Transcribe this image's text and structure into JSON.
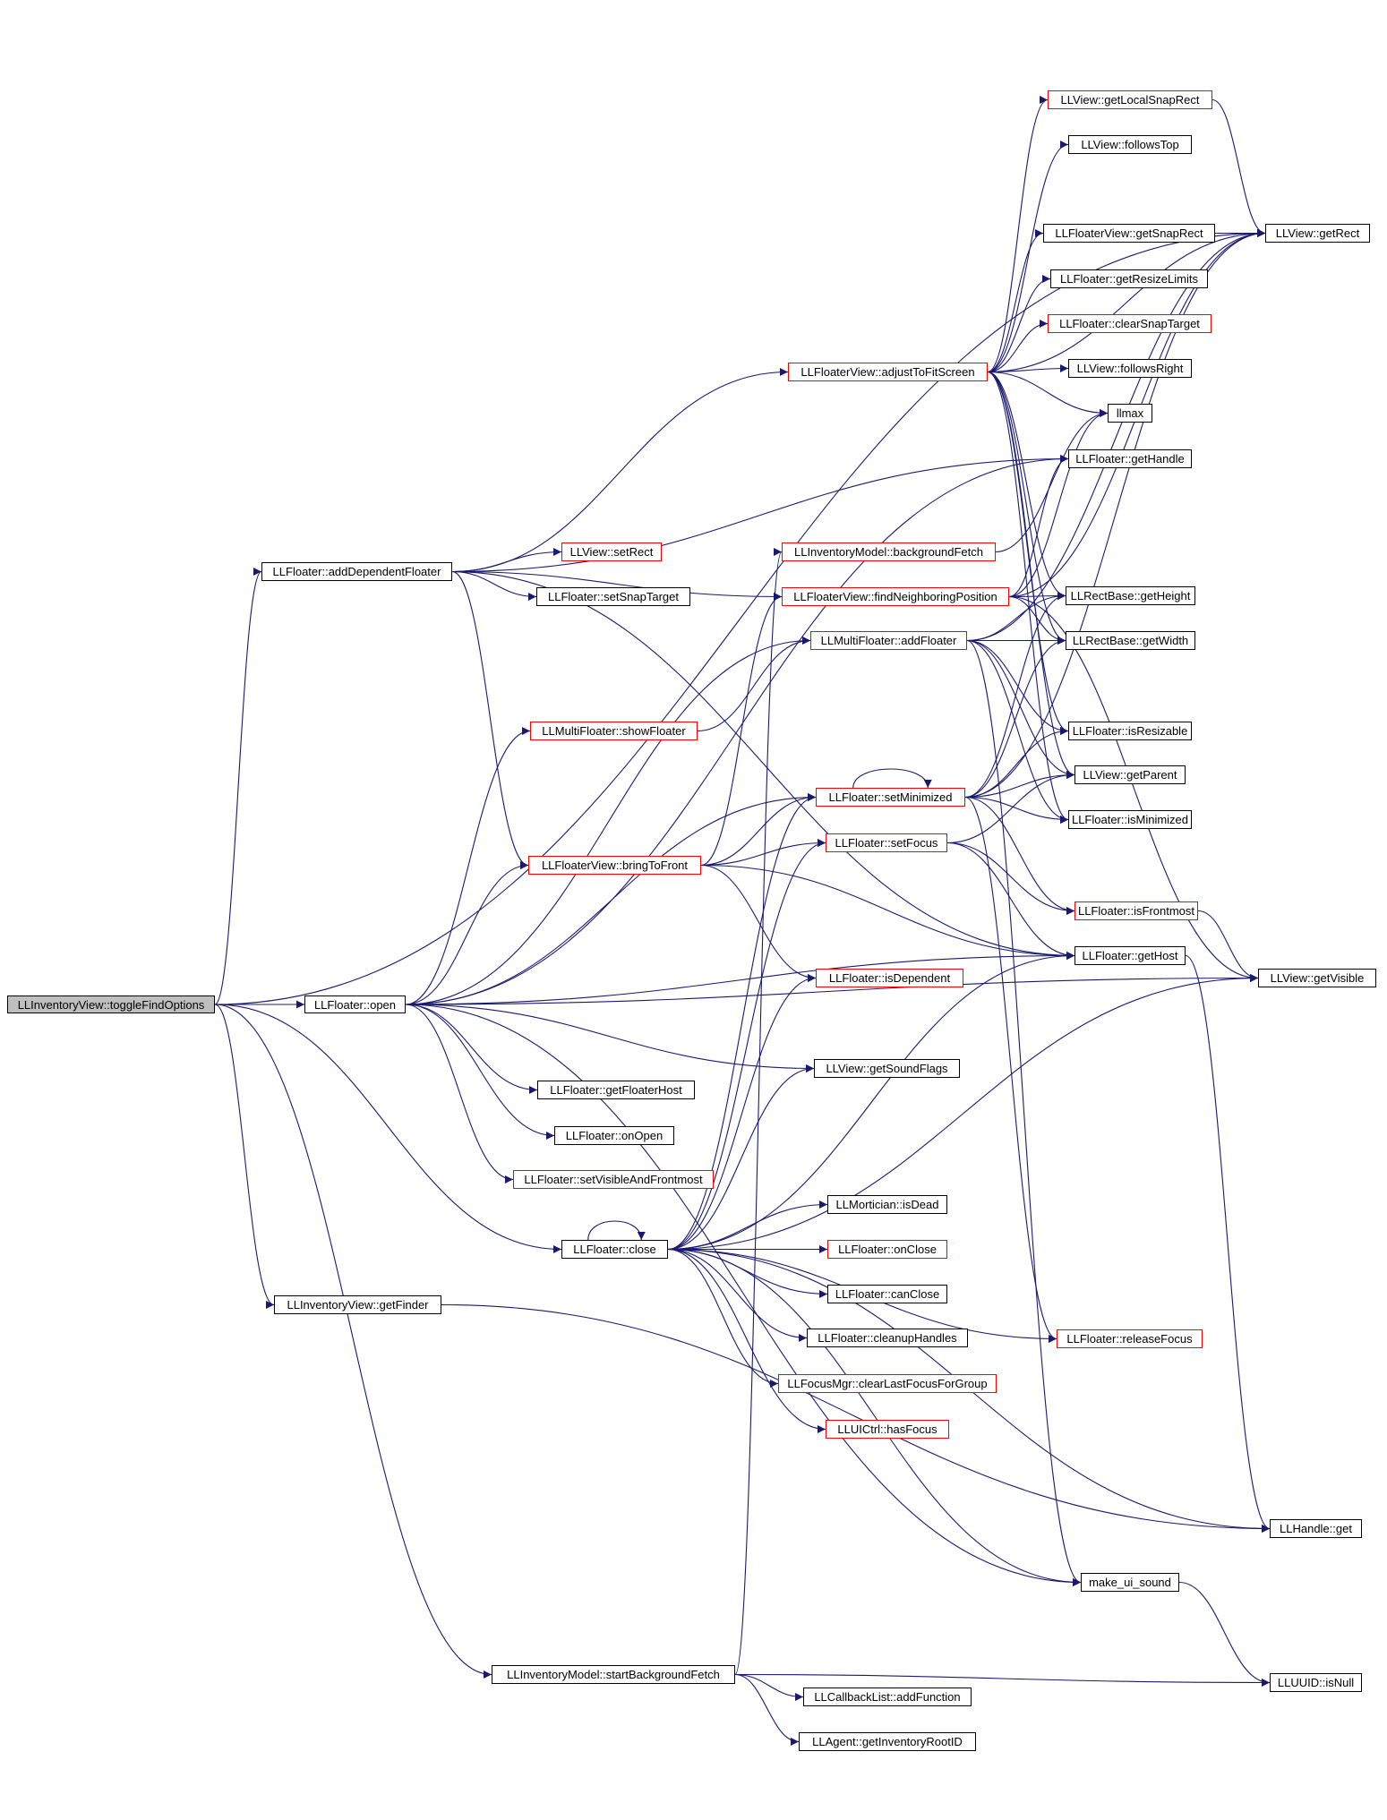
{
  "colors": {
    "edge": "#191970",
    "border_black": "#000000",
    "border_red": "#ff0000",
    "root_fill": "#bfbfbf"
  },
  "nodes": [
    {
      "id": "root",
      "label": "LLInventoryView::toggleFindOptions",
      "border": "black",
      "root": true
    },
    {
      "id": "addDependentFloater",
      "label": "LLFloater::addDependentFloater",
      "border": "black"
    },
    {
      "id": "open",
      "label": "LLFloater::open",
      "border": "black"
    },
    {
      "id": "close",
      "label": "LLFloater::close",
      "border": "black"
    },
    {
      "id": "getFinder",
      "label": "LLInventoryView::getFinder",
      "border": "black"
    },
    {
      "id": "startBackgroundFetch",
      "label": "LLInventoryModel::startBackgroundFetch",
      "border": "black"
    },
    {
      "id": "adjustToFitScreen",
      "label": "LLFloaterView::adjustToFitScreen",
      "border": "red"
    },
    {
      "id": "setRect",
      "label": "LLView::setRect",
      "border": "red"
    },
    {
      "id": "setSnapTarget",
      "label": "LLFloater::setSnapTarget",
      "border": "black"
    },
    {
      "id": "backgroundFetch",
      "label": "LLInventoryModel::backgroundFetch",
      "border": "red"
    },
    {
      "id": "findNeighboringPosition",
      "label": "LLFloaterView::findNeighboringPosition",
      "border": "red"
    },
    {
      "id": "addFloater",
      "label": "LLMultiFloater::addFloater",
      "border": "red"
    },
    {
      "id": "showFloater",
      "label": "LLMultiFloater::showFloater",
      "border": "red"
    },
    {
      "id": "setMinimized",
      "label": "LLFloater::setMinimized",
      "border": "red"
    },
    {
      "id": "bringToFront",
      "label": "LLFloaterView::bringToFront",
      "border": "red"
    },
    {
      "id": "setFocus",
      "label": "LLFloater::setFocus",
      "border": "red"
    },
    {
      "id": "isDependent",
      "label": "LLFloater::isDependent",
      "border": "red"
    },
    {
      "id": "getSoundFlags",
      "label": "LLView::getSoundFlags",
      "border": "black"
    },
    {
      "id": "getFloaterHost",
      "label": "LLFloater::getFloaterHost",
      "border": "black"
    },
    {
      "id": "onOpen",
      "label": "LLFloater::onOpen",
      "border": "black"
    },
    {
      "id": "setVisibleAndFrontmost",
      "label": "LLFloater::setVisibleAndFrontmost",
      "border": "red"
    },
    {
      "id": "isDead",
      "label": "LLMortician::isDead",
      "border": "black"
    },
    {
      "id": "onClose",
      "label": "LLFloater::onClose",
      "border": "red"
    },
    {
      "id": "canClose",
      "label": "LLFloater::canClose",
      "border": "black"
    },
    {
      "id": "cleanupHandles",
      "label": "LLFloater::cleanupHandles",
      "border": "black"
    },
    {
      "id": "clearLastFocusForGroup",
      "label": "LLFocusMgr::clearLastFocusForGroup",
      "border": "red"
    },
    {
      "id": "hasFocus",
      "label": "LLUICtrl::hasFocus",
      "border": "red"
    },
    {
      "id": "addFunction",
      "label": "LLCallbackList::addFunction",
      "border": "black"
    },
    {
      "id": "getInventoryRootID",
      "label": "LLAgent::getInventoryRootID",
      "border": "black"
    },
    {
      "id": "getLocalSnapRect",
      "label": "LLView::getLocalSnapRect",
      "border": "red"
    },
    {
      "id": "followsTop",
      "label": "LLView::followsTop",
      "border": "black"
    },
    {
      "id": "getSnapRect",
      "label": "LLFloaterView::getSnapRect",
      "border": "black"
    },
    {
      "id": "getResizeLimits",
      "label": "LLFloater::getResizeLimits",
      "border": "black"
    },
    {
      "id": "clearSnapTarget",
      "label": "LLFloater::clearSnapTarget",
      "border": "red"
    },
    {
      "id": "followsRight",
      "label": "LLView::followsRight",
      "border": "black"
    },
    {
      "id": "llmax",
      "label": "llmax",
      "border": "black"
    },
    {
      "id": "getHandle",
      "label": "LLFloater::getHandle",
      "border": "black"
    },
    {
      "id": "getHeight",
      "label": "LLRectBase::getHeight",
      "border": "black"
    },
    {
      "id": "getWidth",
      "label": "LLRectBase::getWidth",
      "border": "black"
    },
    {
      "id": "isResizable",
      "label": "LLFloater::isResizable",
      "border": "black"
    },
    {
      "id": "getParent",
      "label": "LLView::getParent",
      "border": "black"
    },
    {
      "id": "isMinimized",
      "label": "LLFloater::isMinimized",
      "border": "black"
    },
    {
      "id": "isFrontmost",
      "label": "LLFloater::isFrontmost",
      "border": "red"
    },
    {
      "id": "getHost",
      "label": "LLFloater::getHost",
      "border": "black"
    },
    {
      "id": "releaseFocus",
      "label": "LLFloater::releaseFocus",
      "border": "red"
    },
    {
      "id": "make_ui_sound",
      "label": "make_ui_sound",
      "border": "black"
    },
    {
      "id": "getRect",
      "label": "LLView::getRect",
      "border": "black"
    },
    {
      "id": "getVisible",
      "label": "LLView::getVisible",
      "border": "black"
    },
    {
      "id": "LLHandle_get",
      "label": "LLHandle::get",
      "border": "black"
    },
    {
      "id": "isNull",
      "label": "LLUUID::isNull",
      "border": "black"
    }
  ],
  "edges": [
    [
      "root",
      "addDependentFloater"
    ],
    [
      "root",
      "open"
    ],
    [
      "root",
      "close"
    ],
    [
      "root",
      "getFinder"
    ],
    [
      "root",
      "startBackgroundFetch"
    ],
    [
      "root",
      "getRect"
    ],
    [
      "addDependentFloater",
      "adjustToFitScreen"
    ],
    [
      "addDependentFloater",
      "setRect"
    ],
    [
      "addDependentFloater",
      "setSnapTarget"
    ],
    [
      "addDependentFloater",
      "getHandle"
    ],
    [
      "addDependentFloater",
      "findNeighboringPosition"
    ],
    [
      "addDependentFloater",
      "bringToFront"
    ],
    [
      "addDependentFloater",
      "getHost"
    ],
    [
      "open",
      "addFloater"
    ],
    [
      "open",
      "showFloater"
    ],
    [
      "open",
      "setMinimized"
    ],
    [
      "open",
      "bringToFront"
    ],
    [
      "open",
      "getHost"
    ],
    [
      "open",
      "getVisible"
    ],
    [
      "open",
      "getSoundFlags"
    ],
    [
      "open",
      "getFloaterHost"
    ],
    [
      "open",
      "onOpen"
    ],
    [
      "open",
      "setVisibleAndFrontmost"
    ],
    [
      "open",
      "make_ui_sound"
    ],
    [
      "open",
      "getHandle"
    ],
    [
      "close",
      "close"
    ],
    [
      "close",
      "isDead"
    ],
    [
      "close",
      "onClose"
    ],
    [
      "close",
      "canClose"
    ],
    [
      "close",
      "cleanupHandles"
    ],
    [
      "close",
      "clearLastFocusForGroup"
    ],
    [
      "close",
      "hasFocus"
    ],
    [
      "close",
      "setMinimized"
    ],
    [
      "close",
      "setFocus"
    ],
    [
      "close",
      "isDependent"
    ],
    [
      "close",
      "getSoundFlags"
    ],
    [
      "close",
      "getHost"
    ],
    [
      "close",
      "getVisible"
    ],
    [
      "close",
      "releaseFocus"
    ],
    [
      "close",
      "LLHandle_get"
    ],
    [
      "close",
      "make_ui_sound"
    ],
    [
      "getFinder",
      "LLHandle_get"
    ],
    [
      "startBackgroundFetch",
      "addFunction"
    ],
    [
      "startBackgroundFetch",
      "getInventoryRootID"
    ],
    [
      "startBackgroundFetch",
      "backgroundFetch"
    ],
    [
      "startBackgroundFetch",
      "isNull"
    ],
    [
      "adjustToFitScreen",
      "getLocalSnapRect"
    ],
    [
      "adjustToFitScreen",
      "followsTop"
    ],
    [
      "adjustToFitScreen",
      "getSnapRect"
    ],
    [
      "adjustToFitScreen",
      "getResizeLimits"
    ],
    [
      "adjustToFitScreen",
      "clearSnapTarget"
    ],
    [
      "adjustToFitScreen",
      "followsRight"
    ],
    [
      "adjustToFitScreen",
      "llmax"
    ],
    [
      "adjustToFitScreen",
      "getRect"
    ],
    [
      "adjustToFitScreen",
      "getHeight"
    ],
    [
      "adjustToFitScreen",
      "getWidth"
    ],
    [
      "adjustToFitScreen",
      "isResizable"
    ],
    [
      "adjustToFitScreen",
      "getParent"
    ],
    [
      "adjustToFitScreen",
      "isMinimized"
    ],
    [
      "getLocalSnapRect",
      "getRect"
    ],
    [
      "getSnapRect",
      "getRect"
    ],
    [
      "backgroundFetch",
      "llmax"
    ],
    [
      "findNeighboringPosition",
      "getHeight"
    ],
    [
      "findNeighboringPosition",
      "getWidth"
    ],
    [
      "findNeighboringPosition",
      "getRect"
    ],
    [
      "findNeighboringPosition",
      "getVisible"
    ],
    [
      "findNeighboringPosition",
      "llmax"
    ],
    [
      "findNeighboringPosition",
      "getHandle"
    ],
    [
      "addFloater",
      "getHeight"
    ],
    [
      "addFloater",
      "getWidth"
    ],
    [
      "addFloater",
      "isResizable"
    ],
    [
      "addFloater",
      "getParent"
    ],
    [
      "addFloater",
      "isMinimized"
    ],
    [
      "addFloater",
      "getRect"
    ],
    [
      "addFloater",
      "make_ui_sound"
    ],
    [
      "showFloater",
      "addFloater"
    ],
    [
      "setMinimized",
      "setMinimized"
    ],
    [
      "setMinimized",
      "getParent"
    ],
    [
      "setMinimized",
      "isMinimized"
    ],
    [
      "setMinimized",
      "getRect"
    ],
    [
      "setMinimized",
      "getWidth"
    ],
    [
      "setMinimized",
      "getHeight"
    ],
    [
      "setMinimized",
      "isFrontmost"
    ],
    [
      "setMinimized",
      "releaseFocus"
    ],
    [
      "setMinimized",
      "isResizable"
    ],
    [
      "bringToFront",
      "setMinimized"
    ],
    [
      "bringToFront",
      "setFocus"
    ],
    [
      "bringToFront",
      "isDependent"
    ],
    [
      "bringToFront",
      "getHost"
    ],
    [
      "bringToFront",
      "findNeighboringPosition"
    ],
    [
      "setFocus",
      "isFrontmost"
    ],
    [
      "setFocus",
      "getHost"
    ],
    [
      "setFocus",
      "getParent"
    ],
    [
      "isFrontmost",
      "getVisible"
    ],
    [
      "getHost",
      "LLHandle_get"
    ],
    [
      "make_ui_sound",
      "isNull"
    ]
  ]
}
